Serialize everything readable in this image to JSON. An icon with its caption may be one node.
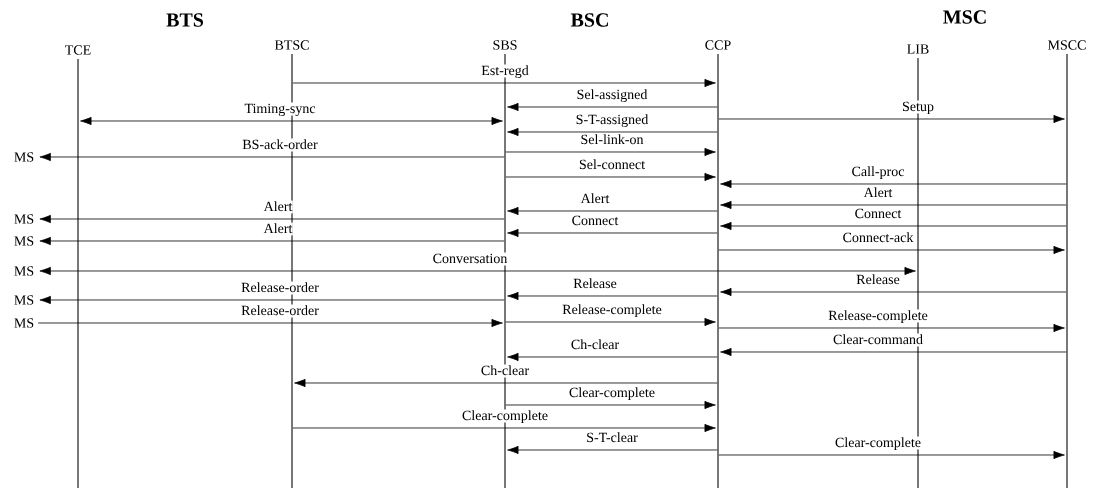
{
  "diagram": {
    "nodes": [
      {
        "text": [],
        "shape": "bar",
        "beside": [
          "TCE"
        ]
      },
      {
        "text": [],
        "shape": "bar",
        "beside": [
          "BTSC"
        ]
      },
      {
        "text": [],
        "shape": "bar",
        "beside": [
          "SBS"
        ]
      },
      {
        "text": [],
        "shape": "bar",
        "beside": [
          "CCP"
        ]
      },
      {
        "text": [],
        "shape": "bar",
        "beside": [
          "LIB"
        ]
      },
      {
        "text": [],
        "shape": "bar",
        "beside": [
          "MSCC"
        ]
      },
      {
        "text": [
          "MS"
        ]
      },
      {
        "text": [
          "MS"
        ]
      },
      {
        "text": [
          "MS"
        ]
      },
      {
        "text": [
          "MS"
        ]
      },
      {
        "text": [
          "MS"
        ]
      },
      {
        "text": [
          "MS"
        ]
      }
    ],
    "edges": [
      {
        "from": 1,
        "to": 3,
        "arrow": "to",
        "label": "Est-regd"
      },
      {
        "from": 3,
        "to": 2,
        "arrow": "to",
        "label": "Sel-assigned"
      },
      {
        "from": 3,
        "to": 5,
        "arrow": "to",
        "label": "Setup"
      },
      {
        "from": 0,
        "to": 2,
        "arrow": "both",
        "label": "Timing-sync"
      },
      {
        "from": 3,
        "to": 2,
        "arrow": "to",
        "label": "S-T-assigned"
      },
      {
        "from": 2,
        "to": 3,
        "arrow": "to",
        "label": "Sel-link-on"
      },
      {
        "from": 2,
        "to": 6,
        "arrow": "to",
        "label": "BS-ack-order"
      },
      {
        "from": 2,
        "to": 3,
        "arrow": "to",
        "label": "Sel-connect"
      },
      {
        "from": 5,
        "to": 3,
        "arrow": "to",
        "label": "Call-proc"
      },
      {
        "from": 5,
        "to": 3,
        "arrow": "to",
        "label": "Alert"
      },
      {
        "from": 3,
        "to": 2,
        "arrow": "to",
        "label": "Alert"
      },
      {
        "from": 2,
        "to": 7,
        "arrow": "to",
        "label": "Alert"
      },
      {
        "from": 5,
        "to": 3,
        "arrow": "to",
        "label": "Connect"
      },
      {
        "from": 3,
        "to": 2,
        "arrow": "to",
        "label": "Connect"
      },
      {
        "from": 2,
        "to": 8,
        "arrow": "to",
        "label": "Alert"
      },
      {
        "from": 3,
        "to": 5,
        "arrow": "to",
        "label": "Connect-ack"
      },
      {
        "from": 9,
        "to": 4,
        "arrow": "both",
        "label": "Conversation"
      },
      {
        "from": 5,
        "to": 3,
        "arrow": "to",
        "label": "Release"
      },
      {
        "from": 3,
        "to": 2,
        "arrow": "to",
        "label": "Release"
      },
      {
        "from": 2,
        "to": 10,
        "arrow": "to",
        "label": "Release-order"
      },
      {
        "from": 11,
        "to": 2,
        "arrow": "to",
        "label": "Release-order"
      },
      {
        "from": 2,
        "to": 3,
        "arrow": "to",
        "label": "Release-complete"
      },
      {
        "from": 3,
        "to": 5,
        "arrow": "to",
        "label": "Release-complete"
      },
      {
        "from": 5,
        "to": 3,
        "arrow": "to",
        "label": "Clear-command"
      },
      {
        "from": 3,
        "to": 2,
        "arrow": "to",
        "label": "Ch-clear"
      },
      {
        "from": 3,
        "to": 1,
        "arrow": "to",
        "label": "Ch-clear"
      },
      {
        "from": 2,
        "to": 3,
        "arrow": "to",
        "label": "Clear-complete"
      },
      {
        "from": 1,
        "to": 3,
        "arrow": "to",
        "label": "Clear-complete"
      },
      {
        "from": 3,
        "to": 2,
        "arrow": "to",
        "label": "S-T-clear"
      },
      {
        "from": 3,
        "to": 5,
        "arrow": "to",
        "label": "Clear-complete"
      }
    ],
    "labels": [
      "BTS",
      "BSC",
      "MSC"
    ]
  }
}
